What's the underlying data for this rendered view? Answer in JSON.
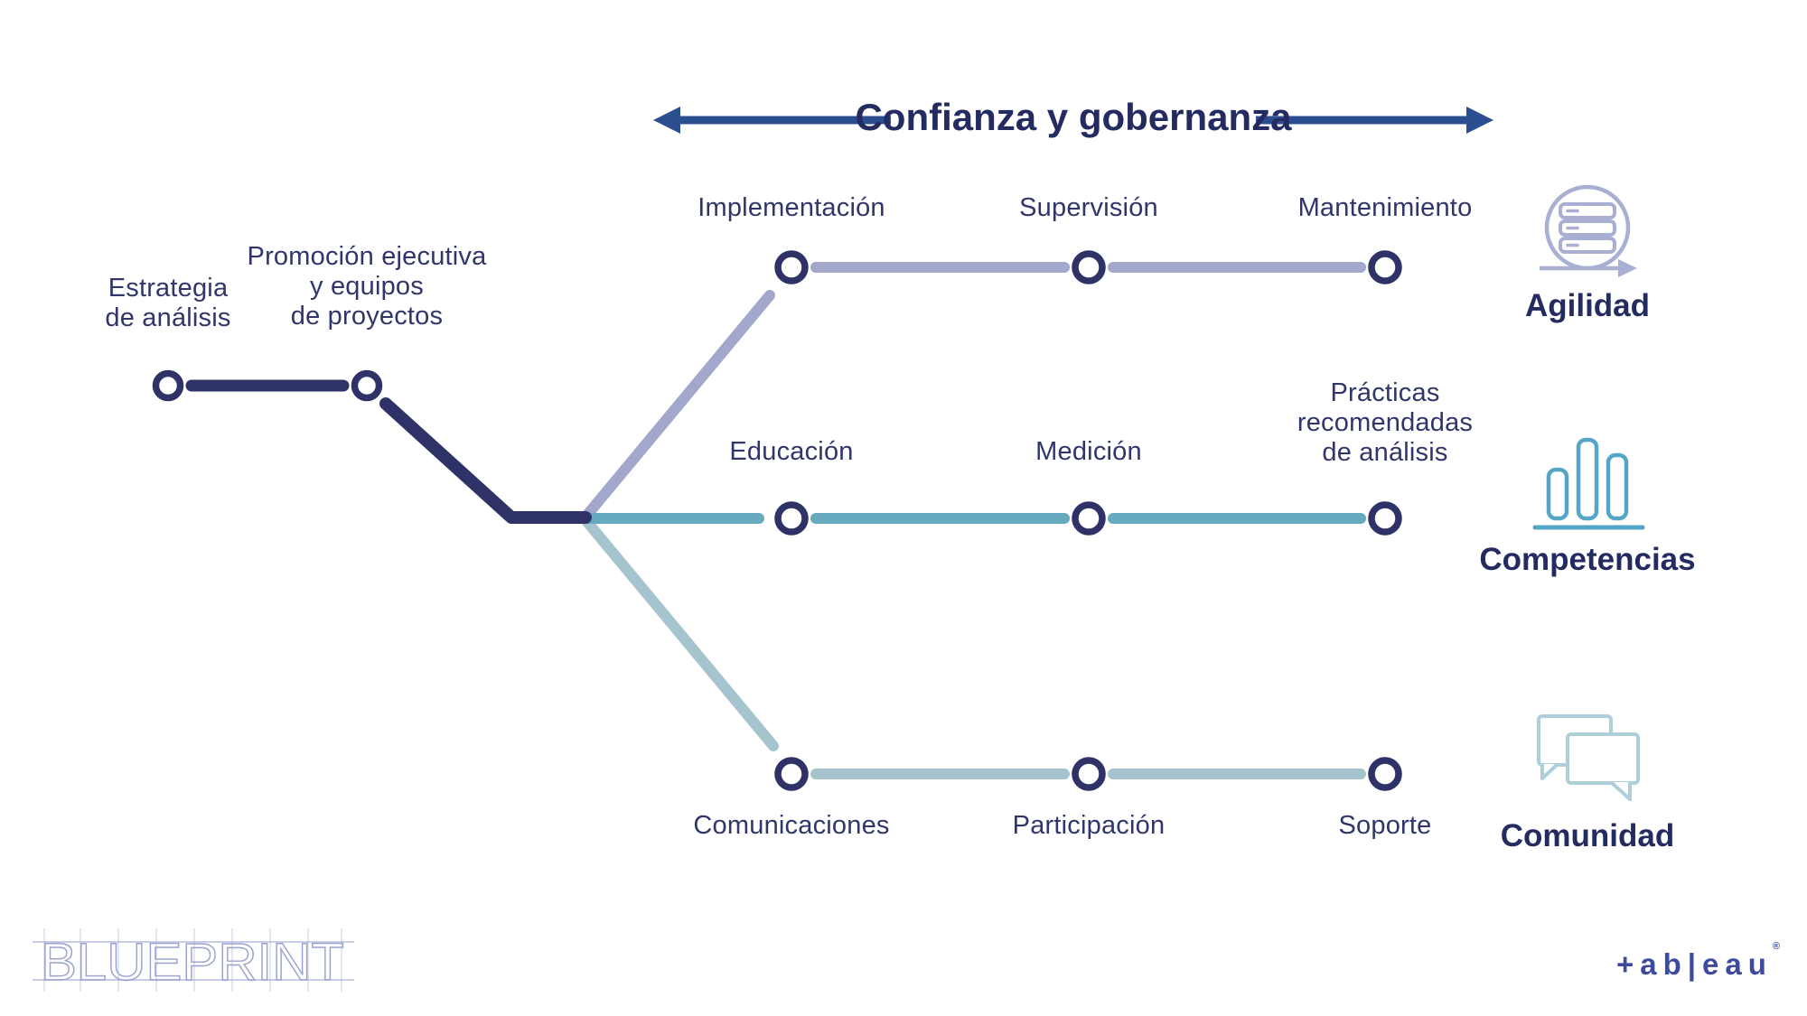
{
  "header": {
    "title": "Confianza y gobernanza"
  },
  "trunk_nodes": [
    {
      "label": "Estrategia\nde análisis"
    },
    {
      "label": "Promoción ejecutiva\ny equipos\nde proyectos"
    }
  ],
  "tracks": [
    {
      "name": "Agilidad",
      "icon": "server-stack-sprint-icon",
      "color": "#a3a7cc",
      "stations": [
        "Implementación",
        "Supervisión",
        "Mantenimiento"
      ]
    },
    {
      "name": "Competencias",
      "icon": "bar-chart-icon",
      "color": "#66aac0",
      "stations": [
        "Educación",
        "Medición",
        "Prácticas\nrecomendadas\nde análisis"
      ]
    },
    {
      "name": "Comunidad",
      "icon": "chat-bubbles-icon",
      "color": "#a6c4ce",
      "stations": [
        "Comunicaciones",
        "Participación",
        "Soporte"
      ]
    }
  ],
  "footer": {
    "blueprint_logo": "BLUEPRINT",
    "tableau_wordmark": "+ab|eau",
    "registered_mark": "®"
  },
  "colors": {
    "trunk_navy": "#2e3267",
    "node_ring": "#2e3267",
    "header_text": "#242b60",
    "label_text": "#30366b",
    "governance_arrow": "#2b4e90",
    "track_agilidad": "#a3a7cc",
    "track_competencias": "#66aac0",
    "track_comunidad": "#a6c4ce",
    "icon_agilidad": "#a9aed3",
    "icon_competencias": "#55a6c6",
    "icon_comunidad": "#aecfda",
    "blueprint_logo": "#9aa3cf",
    "tableau_logo": "#3e4a9e"
  }
}
